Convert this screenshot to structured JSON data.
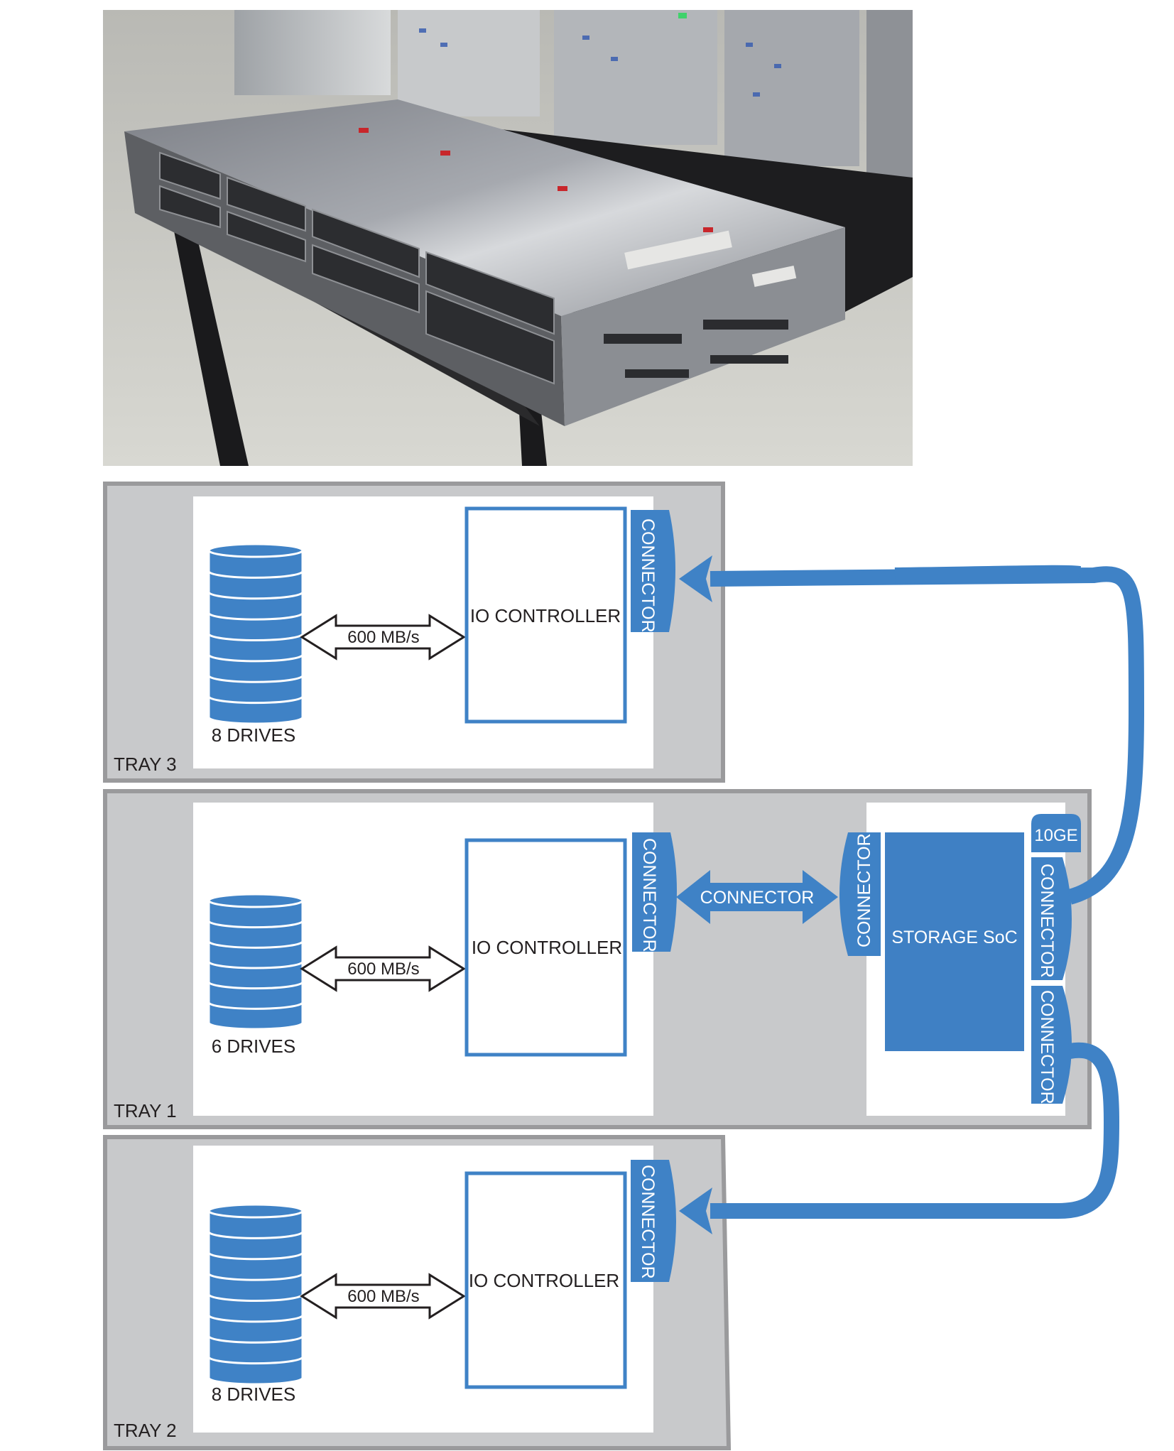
{
  "photo": {
    "name": "storage-server-photo"
  },
  "colors": {
    "tray_bg": "#c8c9cb",
    "tray_border": "#9a9a9c",
    "panel_bg": "#ffffff",
    "blue": "#3f82c6",
    "black": "#231f20",
    "soc_blue": "#3f80c4"
  },
  "trays": [
    {
      "id": "tray3",
      "label": "TRAY 3",
      "drives_label": "8 DRIVES",
      "link_label": "600 MB/s",
      "controller_label": "IO CONTROLLER",
      "connector_label": "CONNECTOR",
      "disk_count": 8
    },
    {
      "id": "tray1",
      "label": "TRAY 1",
      "drives_label": "6 DRIVES",
      "link_label": "600 MB/s",
      "controller_label": "IO CONTROLLER",
      "connector_label": "CONNECTOR",
      "disk_count": 6
    },
    {
      "id": "tray2",
      "label": "TRAY 2",
      "drives_label": "8 DRIVES",
      "link_label": "600 MB/s",
      "controller_label": "IO CONTROLLER",
      "connector_label": "CONNECTOR",
      "disk_count": 8
    }
  ],
  "soc": {
    "label": "STORAGE SoC",
    "left_connector_label": "CONNECTOR",
    "right_connector_top_label": "CONNECTOR",
    "right_connector_bottom_label": "CONNECTOR",
    "port_label": "10GE",
    "link_label": "CONNECTOR"
  }
}
